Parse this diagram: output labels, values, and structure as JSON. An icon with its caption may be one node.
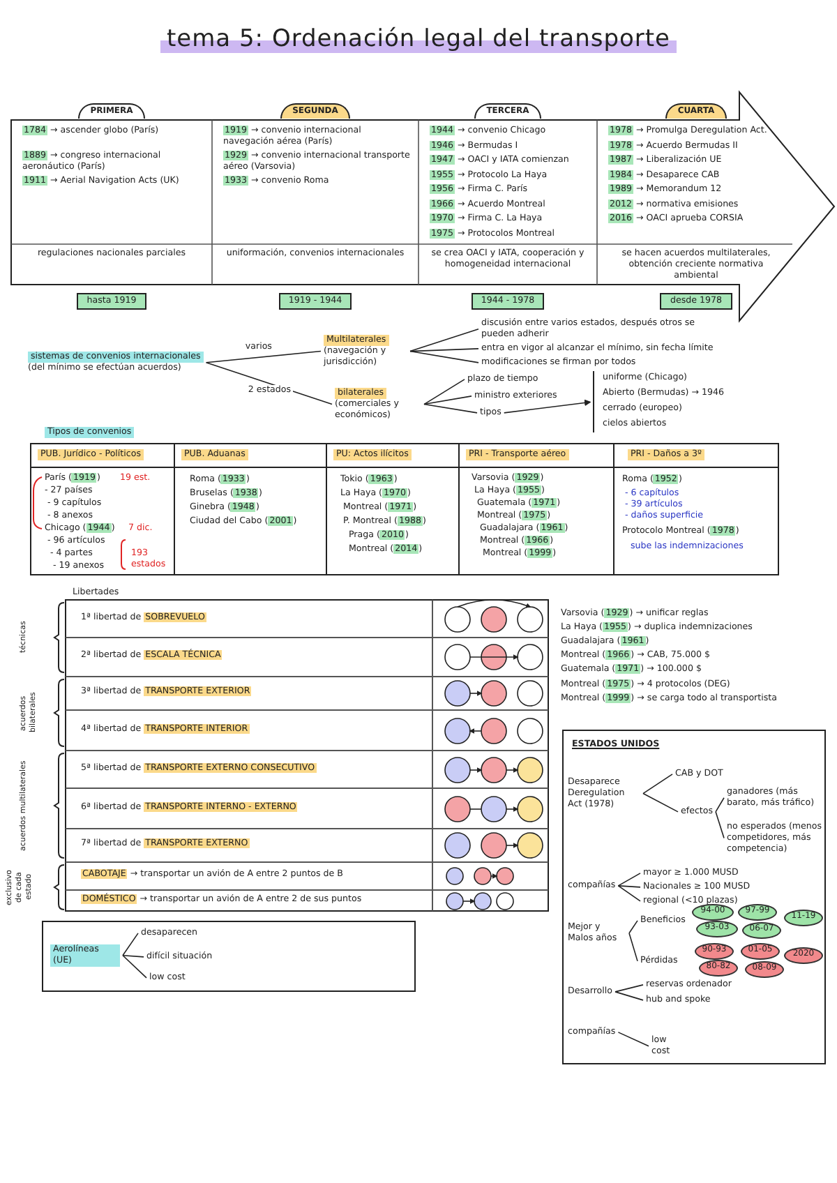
{
  "diagram": {
    "title": "tema 5: Ordenación legal del transporte",
    "nodes": [
      {
        "text": [],
        "shape": "arrow"
      },
      {
        "text": [
          "PRIMERA",
          "**1784** → ascender globo (París)",
          "**1889** → congreso internacional aeronáutico (París)",
          "**1911** → Aerial Navigation Acts (UK)",
          "regulaciones nacionales parciales",
          "hasta 1919"
        ],
        "in": 0
      },
      {
        "text": [
          "SEGUNDA",
          "**1919** → convenio internacional navegación aérea (París)",
          "**1929** → convenio internacional transporte aéreo (Varsovia)",
          "**1933** → convenio Roma",
          "uniformación, convenios internacionales",
          "1919 - 1944"
        ],
        "in": 0
      },
      {
        "text": [
          "TERCERA",
          "**1944** → convenio Chicago",
          "**1946** → Bermudas I",
          "**1947** → OACI y IATA comienzan",
          "**1955** → Protocolo La Haya",
          "**1956** → Firma C. París",
          "**1966** → Acuerdo Montreal",
          "**1970** → Firma C. La Haya",
          "**1975** → Protocolos Montreal",
          "se crea OACI y IATA, cooperación y homogeneidad internacional",
          "1944 - 1978"
        ],
        "in": 0
      },
      {
        "text": [
          "CUARTA",
          "**1978** → Promulga Deregulation Act.",
          "**1978** → Acuerdo Bermudas II",
          "**1987** → Liberalización UE",
          "**1984** → Desaparece CAB",
          "**1989** → Memorandum 12",
          "**2012** → normativa emisiones",
          "**2016** → OACI aprueba CORSIA",
          "se hacen acuerdos multilaterales, obtención creciente normativa ambiental",
          "desde 1978"
        ],
        "in": 0
      },
      {
        "text": [
          "sistemas de convenios internacionales",
          "(del mínimo se efectúan acuerdos)"
        ]
      },
      {
        "text": [
          "Multilaterales",
          "(navegación y jurisdicción)"
        ]
      },
      {
        "text": [
          "discusión entre varios estados, después otros se pueden adherir"
        ]
      },
      {
        "text": [
          "entra en vigor al alcanzar el mínimo, sin fecha límite"
        ]
      },
      {
        "text": [
          "modificaciones se firman por todos"
        ]
      },
      {
        "text": [
          "bilaterales",
          "(comerciales y económicos)"
        ]
      },
      {
        "text": [
          "plazo de tiempo"
        ]
      },
      {
        "text": [
          "ministro exteriores"
        ]
      },
      {
        "text": [
          "tipos"
        ]
      },
      {
        "text": [
          "uniforme (Chicago)",
          "Abierto (Bermudas) → 1946",
          "cerrado (europeo)",
          "cielos abiertos"
        ]
      },
      {
        "text": [
          "ESTADOS UNIDOS"
        ]
      },
      {
        "text": [
          "Desaparece Deregulation Act (1978)"
        ],
        "in": 15
      },
      {
        "text": [
          "CAB y DOT"
        ],
        "in": 15
      },
      {
        "text": [
          "efectos"
        ],
        "in": 15
      },
      {
        "text": [
          "ganadores (más barato, más tráfico)"
        ],
        "in": 15
      },
      {
        "text": [
          "no esperados (menos competidores, más competencia)"
        ],
        "in": 15
      },
      {
        "text": [
          "compañías"
        ],
        "in": 15
      },
      {
        "text": [
          "mayor ≥ 1.000 MUSD"
        ],
        "in": 15
      },
      {
        "text": [
          "Nacionales ≥ 100 MUSD"
        ],
        "in": 15
      },
      {
        "text": [
          "regional (<10 plazas)"
        ],
        "in": 15
      },
      {
        "text": [
          "Mejor y Malos años"
        ],
        "in": 15
      },
      {
        "text": [
          "Beneficios"
        ],
        "in": 15
      },
      {
        "text": [
          "94-00"
        ],
        "in": 15
      },
      {
        "text": [
          "97-99"
        ],
        "in": 15
      },
      {
        "text": [
          "11-19"
        ],
        "in": 15
      },
      {
        "text": [
          "93-03"
        ],
        "in": 15
      },
      {
        "text": [
          "06-07"
        ],
        "in": 15
      },
      {
        "text": [
          "Pérdidas"
        ],
        "in": 15
      },
      {
        "text": [
          "90-93"
        ],
        "in": 15
      },
      {
        "text": [
          "01-05"
        ],
        "in": 15
      },
      {
        "text": [
          "2020"
        ],
        "in": 15
      },
      {
        "text": [
          "80-82"
        ],
        "in": 15
      },
      {
        "text": [
          "08-09"
        ],
        "in": 15
      },
      {
        "text": [
          "Desarrollo"
        ],
        "in": 15
      },
      {
        "text": [
          "reservas ordenador"
        ],
        "in": 15
      },
      {
        "text": [
          "hub and spoke"
        ],
        "in": 15
      },
      {
        "text": [
          "compañías"
        ],
        "in": 15
      },
      {
        "text": [
          "low cost"
        ],
        "in": 15
      },
      {
        "text": [],
        "shape": "box"
      },
      {
        "text": [
          "Aerolíneas (UE)"
        ],
        "in": 43
      },
      {
        "text": [
          "desaparecen"
        ],
        "in": 43
      },
      {
        "text": [
          "difícil situación"
        ],
        "in": 43
      },
      {
        "text": [
          "low cost"
        ],
        "in": 43
      }
    ],
    "edges": [
      {
        "from": 5,
        "to": 6,
        "arrow": "none",
        "label": "varios"
      },
      {
        "from": 5,
        "to": 10,
        "arrow": "none",
        "label": "2 estados"
      },
      {
        "from": 6,
        "to": 7,
        "arrow": "none"
      },
      {
        "from": 6,
        "to": 8,
        "arrow": "none"
      },
      {
        "from": 6,
        "to": 9,
        "arrow": "none"
      },
      {
        "from": 10,
        "to": 11,
        "arrow": "none"
      },
      {
        "from": 10,
        "to": 12,
        "arrow": "none"
      },
      {
        "from": 10,
        "to": 13,
        "arrow": "none"
      },
      {
        "from": 13,
        "to": 14,
        "arrow": "to"
      },
      {
        "from": 16,
        "to": 17,
        "arrow": "none"
      },
      {
        "from": 16,
        "to": 18,
        "arrow": "none"
      },
      {
        "from": 18,
        "to": 19,
        "arrow": "none"
      },
      {
        "from": 18,
        "to": 20,
        "arrow": "none"
      },
      {
        "from": 21,
        "to": 22,
        "arrow": "none"
      },
      {
        "from": 21,
        "to": 23,
        "arrow": "none"
      },
      {
        "from": 21,
        "to": 24,
        "arrow": "none"
      },
      {
        "from": 25,
        "to": 26,
        "arrow": "none"
      },
      {
        "from": 25,
        "to": 32,
        "arrow": "none"
      },
      {
        "from": 38,
        "to": 39,
        "arrow": "none"
      },
      {
        "from": 38,
        "to": 40,
        "arrow": "none"
      },
      {
        "from": 41,
        "to": 42,
        "arrow": "none"
      },
      {
        "from": 44,
        "to": 45,
        "arrow": "none"
      },
      {
        "from": 44,
        "to": 46,
        "arrow": "none"
      },
      {
        "from": 44,
        "to": 47,
        "arrow": "none"
      }
    ],
    "labels": [
      "Tipos de convenios",
      "PUB. Jurídico - Políticos",
      "PUB. Aduanas",
      "PU: Actos ilícitos",
      "PRI - Transporte aéreo",
      "PRI - Daños a 3º",
      "París (**1919**)",
      "19 est.",
      "- 27 países",
      "- 9 capítulos",
      "- 8 anexos",
      "Chicago (**1944**)",
      "7 dic.",
      "- 96 artículos",
      "- 4 partes",
      "- 19 anexos",
      "193 estados",
      "Roma (**1933**)",
      "Bruselas (**1938**)",
      "Ginebra (**1948**)",
      "Ciudad del Cabo (**2001**)",
      "Tokio (**1963**)",
      "La Haya (**1970**)",
      "Montreal (**1971**)",
      "P. Montreal (**1988**)",
      "Praga (**2010**)",
      "Montreal (**2014**)",
      "Varsovia (**1929**)",
      "La Haya (**1955**)",
      "Guatemala (**1971**)",
      "Montreal (**1975**)",
      "Guadalajara (**1961**)",
      "Montreal (**1966**)",
      "Montreal (**1999**)",
      "Roma (**1952**)",
      "- 6 capítulos",
      "- 39 artículos",
      "- daños superficie",
      "Protocolo Montreal (**1978**)",
      "sube las indemnizaciones",
      "Libertades",
      "1ª libertad de **SOBREVUELO**",
      "2ª libertad de **ESCALA TÉCNICA**",
      "3ª libertad de **TRANSPORTE EXTERIOR**",
      "4ª libertad de **TRANSPORTE INTERIOR**",
      "5ª libertad de **TRANSPORTE EXTERNO CONSECUTIVO**",
      "6ª libertad de **TRANSPORTE INTERNO - EXTERNO**",
      "7ª libertad de **TRANSPORTE EXTERNO**",
      "**CABOTAJE** → transportar un avión de A entre 2 puntos de B",
      "**DOMÉSTICO** → transportar un avión de A entre 2 de sus puntos",
      "técnicas",
      "acuerdos bilaterales",
      "acuerdos multilaterales",
      "exclusivo de cada estado",
      "Varsovia (**1929**) → unificar reglas",
      "La Haya (**1955**) → duplica indemnizaciones",
      "Guadalajara (**1961**)",
      "Montreal (**1966**) → CAB, 75.000 $",
      "Guatemala (**1971**) → 100.000 $",
      "Montreal (**1975**) → 4 protocolos (DEG)",
      "Montreal (**1999**) → se carga todo al transportista"
    ]
  }
}
